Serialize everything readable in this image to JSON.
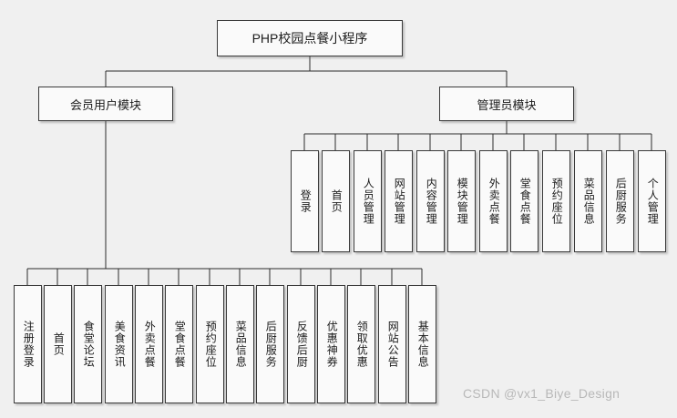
{
  "diagram": {
    "root": {
      "label": "PHP校园点餐小程序"
    },
    "branches": [
      {
        "key": "member",
        "label": "会员用户模块",
        "leaves": [
          {
            "label": "注册登录"
          },
          {
            "label": "首页"
          },
          {
            "label": "食堂论坛"
          },
          {
            "label": "美食资讯"
          },
          {
            "label": "外卖点餐"
          },
          {
            "label": "堂食点餐"
          },
          {
            "label": "预约座位"
          },
          {
            "label": "菜品信息"
          },
          {
            "label": "后厨服务"
          },
          {
            "label": "反馈后厨"
          },
          {
            "label": "优惠神券"
          },
          {
            "label": "领取优惠"
          },
          {
            "label": "网站公告"
          },
          {
            "label": "基本信息"
          }
        ]
      },
      {
        "key": "admin",
        "label": "管理员模块",
        "leaves": [
          {
            "label": "登录"
          },
          {
            "label": "首页"
          },
          {
            "label": "人员管理"
          },
          {
            "label": "网站管理"
          },
          {
            "label": "内容管理"
          },
          {
            "label": "模块管理"
          },
          {
            "label": "外卖点餐"
          },
          {
            "label": "堂食点餐"
          },
          {
            "label": "预约座位"
          },
          {
            "label": "菜品信息"
          },
          {
            "label": "后厨服务"
          },
          {
            "label": "个人管理"
          }
        ]
      }
    ]
  },
  "watermark": {
    "text": "CSDN @vx1_Biye_Design"
  },
  "colors": {
    "background": "#f0f0f0",
    "node_fill": "#fafafa",
    "node_border": "#3a3a3a",
    "line": "#2b2b2b",
    "text": "#1b1b1b",
    "watermark": "#b8b8b8"
  }
}
